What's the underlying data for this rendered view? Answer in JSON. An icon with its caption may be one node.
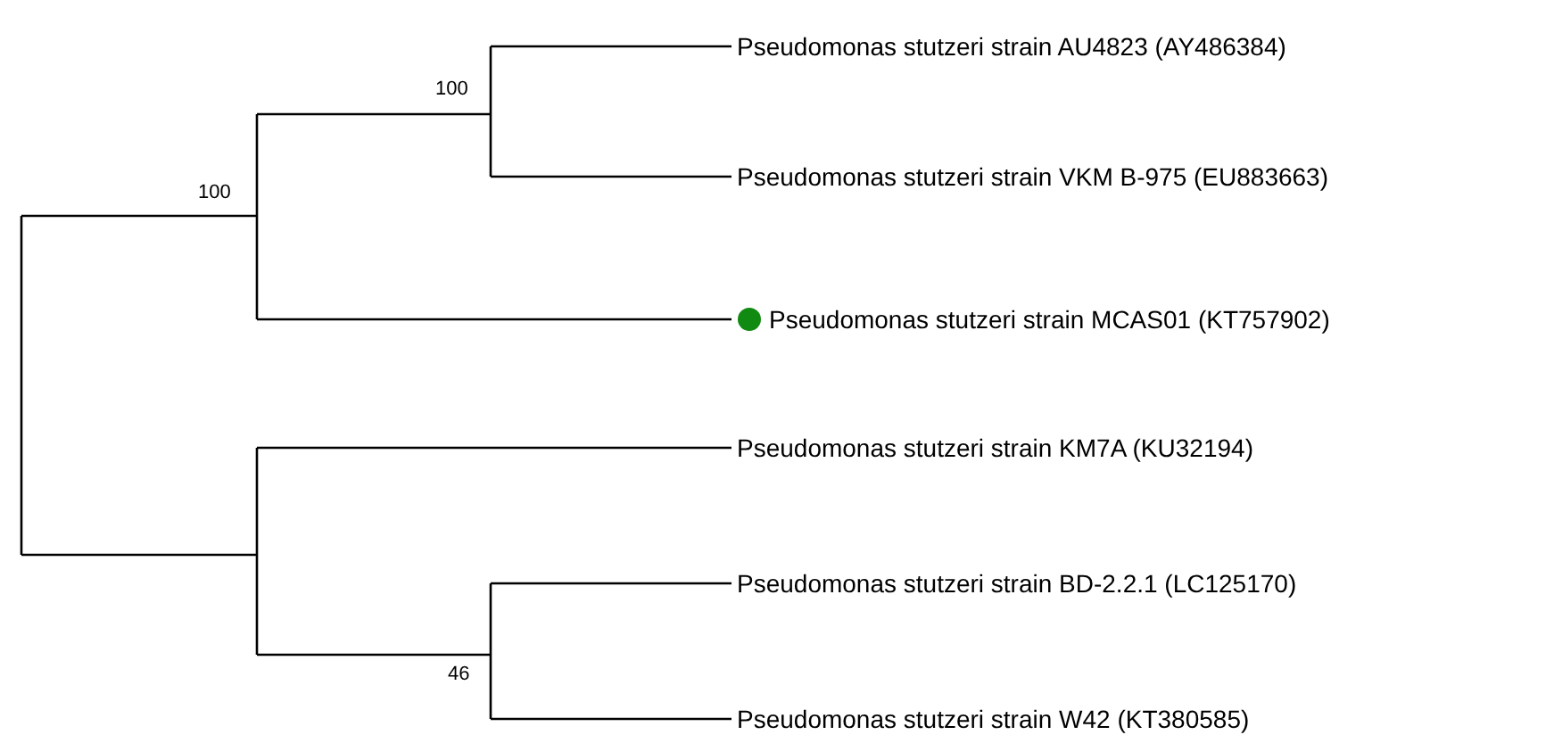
{
  "diagram": {
    "nodes": [
      {
        "text": [
          "Pseudomonas stutzeri strain AU4823 (AY486384)"
        ]
      },
      {
        "text": [
          "Pseudomonas stutzeri strain VKM B-975 (EU883663)"
        ]
      },
      {
        "text": [
          "Pseudomonas stutzeri strain MCAS01 (KT757902)"
        ]
      },
      {
        "text": [
          "Pseudomonas stutzeri strain KM7A (KU32194)"
        ]
      },
      {
        "text": [
          "Pseudomonas stutzeri strain BD-2.2.1 (LC125170)"
        ]
      },
      {
        "text": [
          "Pseudomonas stutzeri strain W42 (KT380585)"
        ]
      }
    ],
    "labels": [
      "100",
      "100",
      "46"
    ]
  }
}
